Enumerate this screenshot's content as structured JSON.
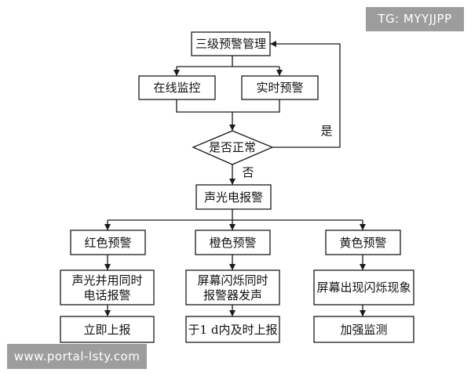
{
  "nodes": {
    "sanji": "三级预警管理",
    "zaixian": "在线监控",
    "shishi": "实时预警",
    "shifou": "是否正常",
    "baojing": "声光电报警",
    "hongse": "红色预警",
    "chengse": "橙色预警",
    "huangse": "黄色预警",
    "hong_act1": [
      "声光并用同时",
      "电话报警"
    ],
    "cheng_act1": [
      "屏幕闪烁同时",
      "报警器发声"
    ],
    "huang_act1": "屏幕出现闪烁现象",
    "hong_act2": "立即上报",
    "cheng_act2": "于1 d内及时上报",
    "huang_act2": "加强监测"
  },
  "edges": {
    "yes": "是",
    "no": "否"
  },
  "watermarks": {
    "tg": "TG: MYYJJPP",
    "url": "www.portal-lsty.com"
  }
}
